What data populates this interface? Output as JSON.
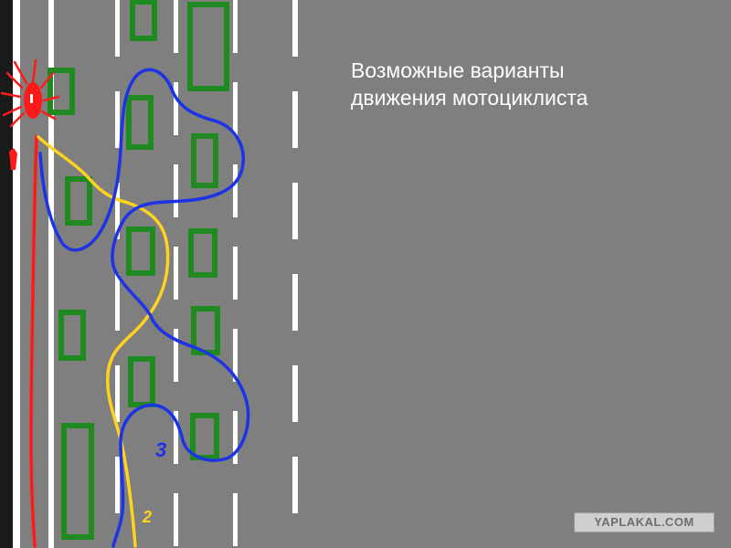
{
  "caption": {
    "line1": "Возможные варианты",
    "line2": "движения мотоциклиста"
  },
  "path_labels": {
    "yellow": "2",
    "blue": "3"
  },
  "watermark": "YAPLAKAL.COM",
  "colors": {
    "asphalt": "#7f7f7f",
    "curb": "#1a1a1a",
    "lane_marking": "#ffffff",
    "car_outline": "#1f8a1f",
    "path_red": "#ff1a1a",
    "path_yellow": "#ffd21f",
    "path_blue": "#1c33e6"
  },
  "icons": {
    "traffic_light": "red-traffic-light-icon",
    "motorcyclist": "motorcyclist-icon"
  }
}
